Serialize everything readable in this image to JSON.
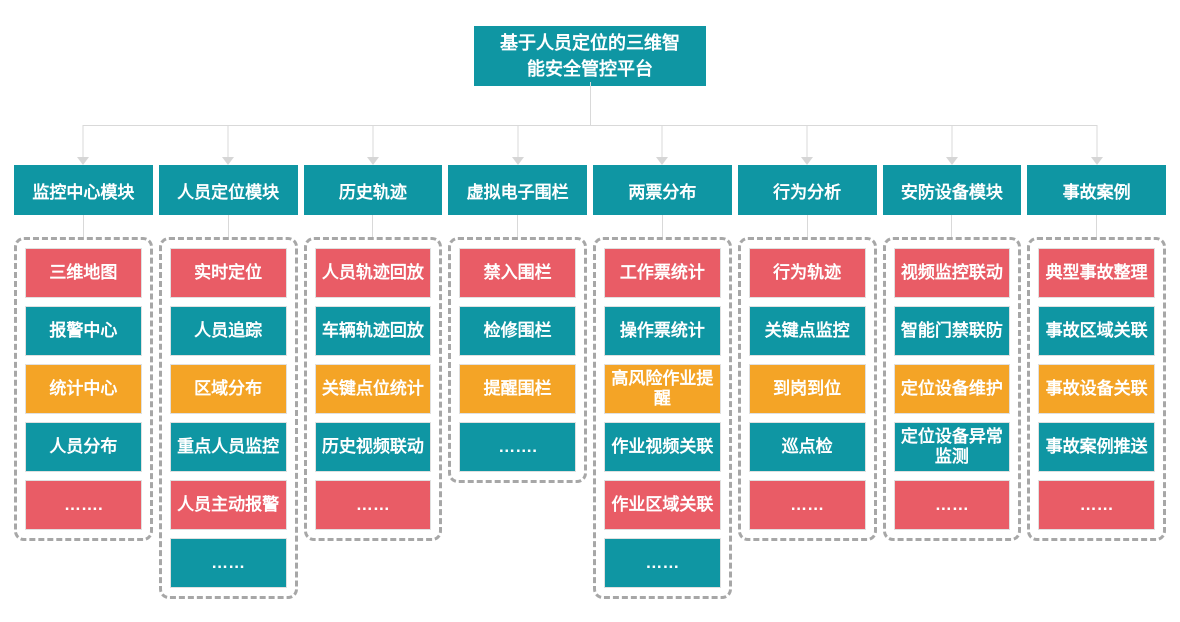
{
  "root": {
    "title": "基于人员定位的三维智\n能安全管控平台"
  },
  "colors": {
    "teal": "#0F96A3",
    "red": "#E95C66",
    "orange": "#F4A426",
    "line": "#D9D9D9",
    "arrow": "#D6D6D6",
    "dash_border": "#A7A7A7"
  },
  "columns": [
    {
      "header": "监控中心模块",
      "items": [
        {
          "label": "三维地图",
          "color": "red"
        },
        {
          "label": "报警中心",
          "color": "teal"
        },
        {
          "label": "统计中心",
          "color": "orange"
        },
        {
          "label": "人员分布",
          "color": "teal"
        },
        {
          "label": "…….",
          "color": "red"
        }
      ]
    },
    {
      "header": "人员定位模块",
      "items": [
        {
          "label": "实时定位",
          "color": "red"
        },
        {
          "label": "人员追踪",
          "color": "teal"
        },
        {
          "label": "区域分布",
          "color": "orange"
        },
        {
          "label": "重点人员监控",
          "color": "teal"
        },
        {
          "label": "人员主动报警",
          "color": "red"
        },
        {
          "label": "……",
          "color": "teal"
        }
      ]
    },
    {
      "header": "历史轨迹",
      "items": [
        {
          "label": "人员轨迹回放",
          "color": "red"
        },
        {
          "label": "车辆轨迹回放",
          "color": "teal"
        },
        {
          "label": "关键点位统计",
          "color": "orange"
        },
        {
          "label": "历史视频联动",
          "color": "teal"
        },
        {
          "label": "……",
          "color": "red"
        }
      ]
    },
    {
      "header": "虚拟电子围栏",
      "items": [
        {
          "label": "禁入围栏",
          "color": "red"
        },
        {
          "label": "检修围栏",
          "color": "teal"
        },
        {
          "label": "提醒围栏",
          "color": "orange"
        },
        {
          "label": "…….",
          "color": "teal"
        }
      ]
    },
    {
      "header": "两票分布",
      "items": [
        {
          "label": "工作票统计",
          "color": "red"
        },
        {
          "label": "操作票统计",
          "color": "teal"
        },
        {
          "label": "高风险作业提醒",
          "color": "orange"
        },
        {
          "label": "作业视频关联",
          "color": "teal"
        },
        {
          "label": "作业区域关联",
          "color": "red"
        },
        {
          "label": "……",
          "color": "teal"
        }
      ]
    },
    {
      "header": "行为分析",
      "items": [
        {
          "label": "行为轨迹",
          "color": "red"
        },
        {
          "label": "关键点监控",
          "color": "teal"
        },
        {
          "label": "到岗到位",
          "color": "orange"
        },
        {
          "label": "巡点检",
          "color": "teal"
        },
        {
          "label": "……",
          "color": "red"
        }
      ]
    },
    {
      "header": "安防设备模块",
      "items": [
        {
          "label": "视频监控联动",
          "color": "red"
        },
        {
          "label": "智能门禁联防",
          "color": "teal"
        },
        {
          "label": "定位设备维护",
          "color": "orange"
        },
        {
          "label": "定位设备异常监测",
          "color": "teal"
        },
        {
          "label": "……",
          "color": "red"
        }
      ]
    },
    {
      "header": "事故案例",
      "items": [
        {
          "label": "典型事故整理",
          "color": "red"
        },
        {
          "label": "事故区域关联",
          "color": "teal"
        },
        {
          "label": "事故设备关联",
          "color": "orange"
        },
        {
          "label": "事故案例推送",
          "color": "teal"
        },
        {
          "label": "……",
          "color": "red"
        }
      ]
    }
  ]
}
